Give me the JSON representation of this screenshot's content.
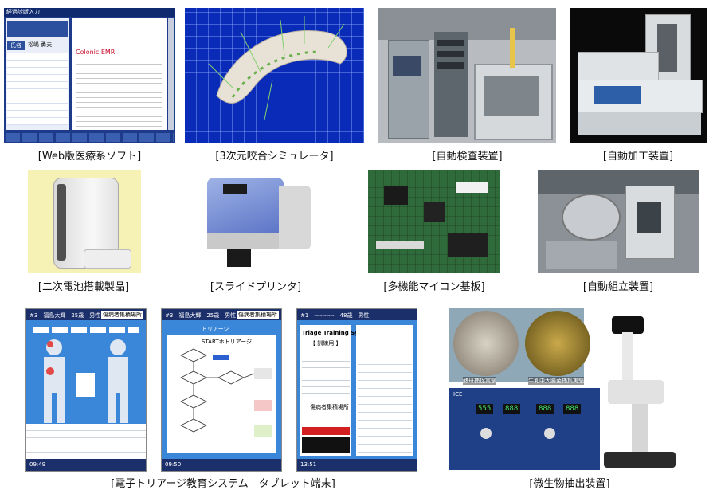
{
  "captions": {
    "web": "[Web版医療系ソフト]",
    "sim": "[3次元咬合シミュレータ]",
    "inspect": "[自動検査装置]",
    "machining": "[自動加工装置]",
    "battery": "[二次電池搭載製品]",
    "printer": "[スライドプリンタ]",
    "board": "[多機能マイコン基板]",
    "assembly": "[自動組立装置]",
    "triage": "[電子トリアージ教育システム　タブレット端末]",
    "microbe": "[微生物抽出装置]"
  },
  "web_app": {
    "title": "経過診断入力",
    "name_label": "氏名",
    "name_value": "松嶋 勇夫",
    "record_title": "Colonic EMR"
  },
  "tablets": {
    "t1": {
      "header": "#3　福島大輝　25歳　男性",
      "badge": "傷病者集積場所",
      "time": "09:49"
    },
    "t2": {
      "header": "#3　福島大輝　25歳　男性",
      "badge": "傷病者集積場所",
      "heading": "トリアージ",
      "flow": "STARTホトリアージ",
      "time": "09:50"
    },
    "t3": {
      "header": "#1　----------　48歳　男性",
      "system": "Triage Training System",
      "subtitle": "【 訓練用 】",
      "badge": "傷病者集積場所",
      "time": "13:51"
    }
  },
  "microbe": {
    "left_label": "酵母捕捉実験",
    "right_label": "牛乳中大腸菌捕集実験",
    "display1": "555",
    "display2": "888",
    "display3": "888",
    "display4": "888",
    "brand": "ICE"
  }
}
